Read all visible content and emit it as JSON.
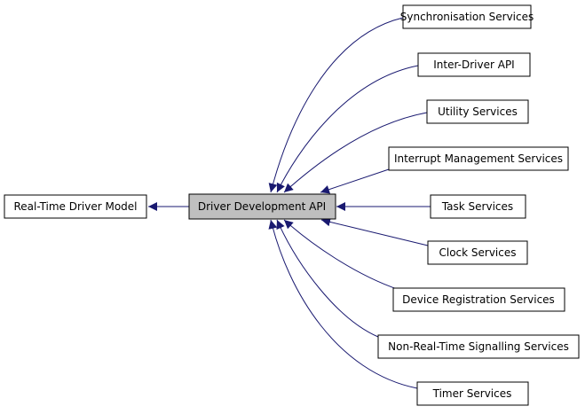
{
  "diagram": {
    "center": {
      "label": "Driver Development API"
    },
    "parent": {
      "label": "Real-Time Driver Model"
    },
    "children": [
      {
        "label": "Synchronisation Services"
      },
      {
        "label": "Inter-Driver API"
      },
      {
        "label": "Utility Services"
      },
      {
        "label": "Interrupt Management Services"
      },
      {
        "label": "Task Services"
      },
      {
        "label": "Clock Services"
      },
      {
        "label": "Device Registration Services"
      },
      {
        "label": "Non-Real-Time Signalling Services"
      },
      {
        "label": "Timer Services"
      }
    ],
    "colors": {
      "edge": "#191970",
      "current_fill": "#bfbfbf",
      "node_fill": "#ffffff",
      "node_stroke": "#000000"
    }
  }
}
